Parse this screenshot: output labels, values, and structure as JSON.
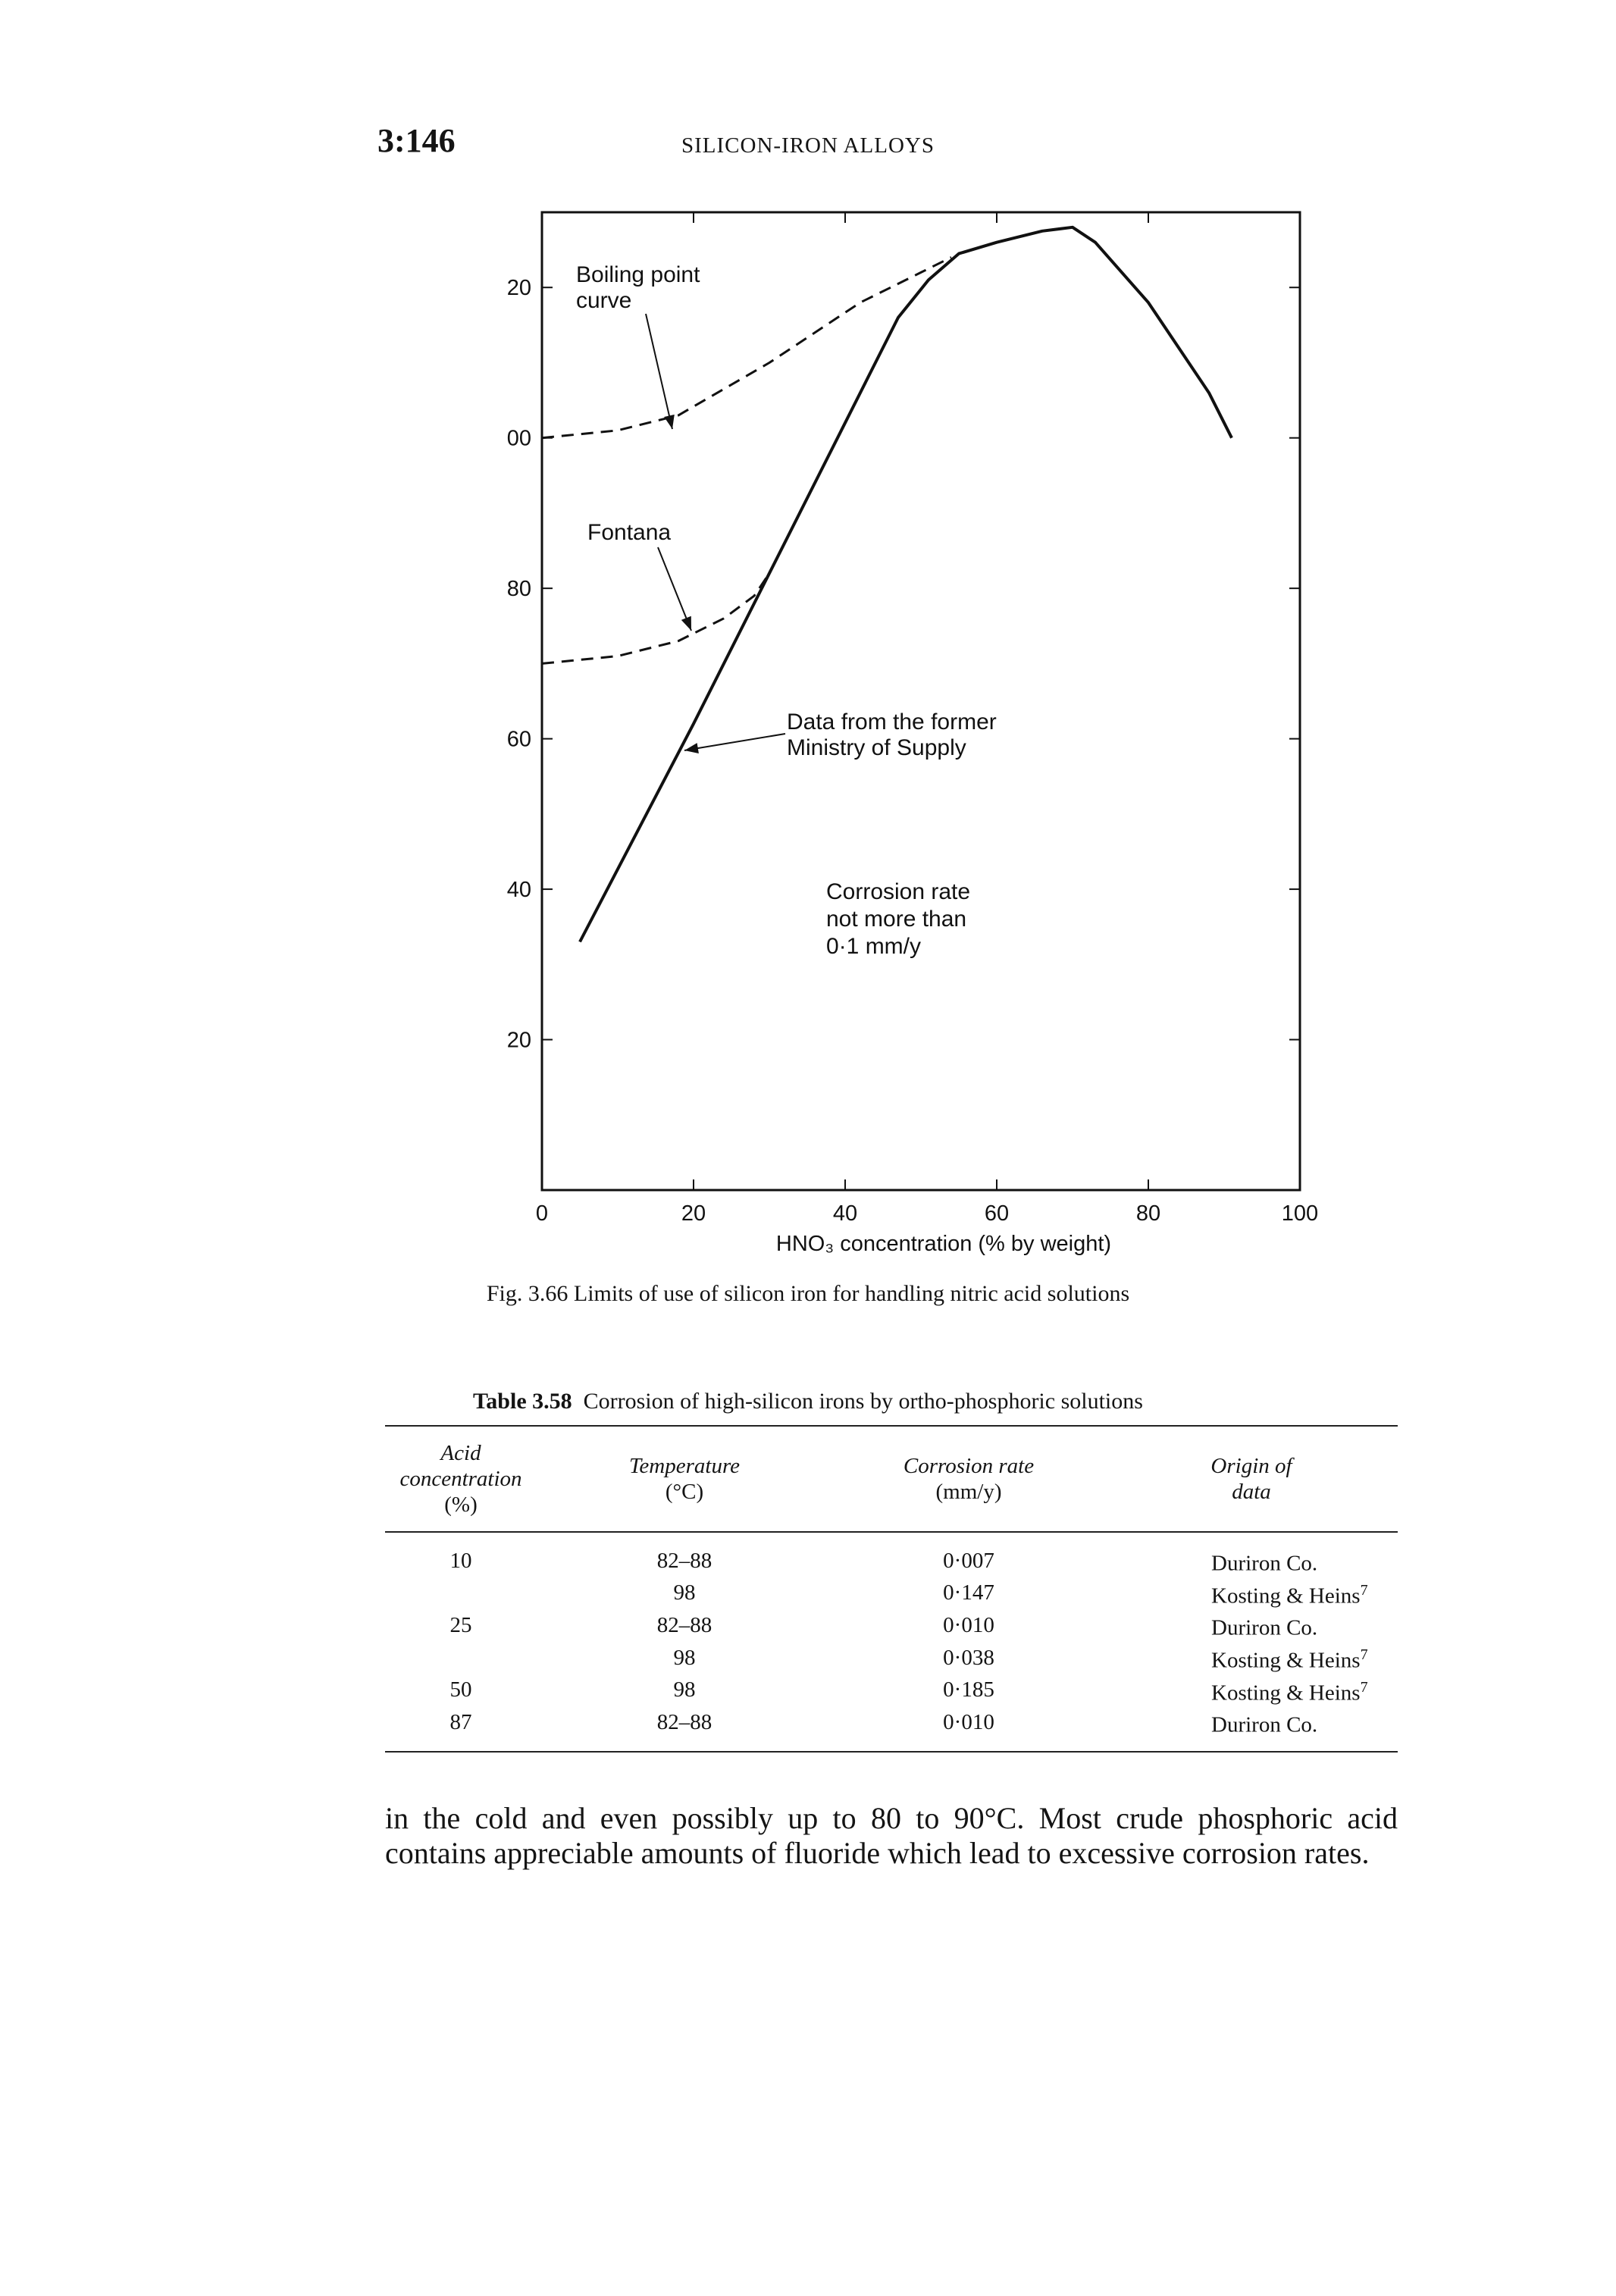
{
  "header": {
    "page_number": "3:146",
    "running_title": "SILICON-IRON ALLOYS"
  },
  "chart_data": {
    "type": "line",
    "xlabel": "HNO₃ concentration (% by weight)",
    "ylabel": "",
    "xlim": [
      0,
      100
    ],
    "ylim": [
      0,
      130
    ],
    "x_ticks": [
      0,
      20,
      40,
      60,
      80,
      100
    ],
    "x_tick_labels": [
      "0",
      "20",
      "40",
      "60",
      "80",
      "100"
    ],
    "y_ticks": [
      20,
      40,
      60,
      80,
      100,
      120
    ],
    "y_tick_labels": [
      "20",
      "40",
      "60",
      "80",
      "00",
      "20"
    ],
    "grid": false,
    "series": [
      {
        "name": "Boiling point curve",
        "style": "dashed",
        "points": [
          [
            0,
            100
          ],
          [
            10,
            101
          ],
          [
            18,
            103
          ],
          [
            30,
            110
          ],
          [
            42,
            118
          ],
          [
            50,
            122
          ],
          [
            54,
            124
          ]
        ]
      },
      {
        "name": "Fontana",
        "style": "dashed",
        "points": [
          [
            0,
            70
          ],
          [
            10,
            71
          ],
          [
            18,
            73
          ],
          [
            24,
            76
          ],
          [
            28,
            79
          ],
          [
            30,
            82
          ]
        ]
      },
      {
        "name": "Data from the former Ministry of Supply",
        "style": "solid",
        "points": [
          [
            5,
            33
          ],
          [
            20,
            62
          ],
          [
            30,
            82
          ],
          [
            40,
            102
          ],
          [
            47,
            116
          ],
          [
            51,
            121
          ],
          [
            55,
            124.5
          ],
          [
            60,
            126
          ],
          [
            66,
            127.5
          ],
          [
            70,
            128
          ],
          [
            73,
            126
          ],
          [
            80,
            118
          ],
          [
            88,
            106
          ],
          [
            91,
            100
          ]
        ]
      }
    ],
    "annotations": {
      "boiling": [
        "Boiling point",
        "curve"
      ],
      "fontana": [
        "Fontana"
      ],
      "ministry": [
        "Data from the former",
        "Ministry of Supply"
      ],
      "region": [
        "Corrosion rate",
        "not more than",
        "0·1 mm/y"
      ]
    },
    "colors": {
      "line": "#111111",
      "frame": "#111111"
    }
  },
  "figure_caption": "Fig. 3.66  Limits of use of silicon iron for handling nitric acid solutions",
  "table": {
    "number": "Table 3.58",
    "title": "Corrosion of high-silicon irons by ortho-phosphoric solutions",
    "headers": {
      "acid": [
        "Acid",
        "concentration",
        "(%)"
      ],
      "temperature": [
        "Temperature",
        "(°C)"
      ],
      "rate": [
        "Corrosion rate",
        "(mm/y)"
      ],
      "origin": [
        "Origin of",
        "data"
      ]
    },
    "rows": [
      {
        "acid": "10",
        "temperature": "82–88",
        "rate": "0·007",
        "origin": "Duriron Co.",
        "sup": ""
      },
      {
        "acid": "",
        "temperature": "98",
        "rate": "0·147",
        "origin": "Kosting & Heins",
        "sup": "7"
      },
      {
        "acid": "25",
        "temperature": "82–88",
        "rate": "0·010",
        "origin": "Duriron Co.",
        "sup": ""
      },
      {
        "acid": "",
        "temperature": "98",
        "rate": "0·038",
        "origin": "Kosting & Heins",
        "sup": "7"
      },
      {
        "acid": "50",
        "temperature": "98",
        "rate": "0·185",
        "origin": "Kosting & Heins",
        "sup": "7"
      },
      {
        "acid": "87",
        "temperature": "82–88",
        "rate": "0·010",
        "origin": "Duriron Co.",
        "sup": ""
      }
    ]
  },
  "body_text": "in the cold and even possibly up to 80 to 90°C. Most crude phosphoric acid contains appreciable amounts of fluoride which lead to excessive corrosion rates."
}
